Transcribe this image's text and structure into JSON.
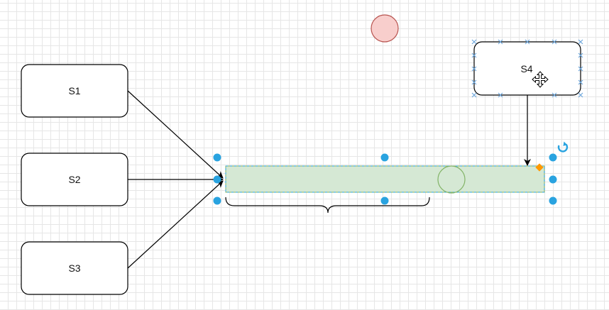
{
  "diagram": {
    "nodes": [
      {
        "id": "s1",
        "label": "S1"
      },
      {
        "id": "s2",
        "label": "S2"
      },
      {
        "id": "s3",
        "label": "S3"
      },
      {
        "id": "s4",
        "label": "S4"
      }
    ],
    "colors": {
      "stroke": "#000000",
      "bar_fill": "#d5e8d4",
      "bar_stroke": "#82b366",
      "circle_fill": "#f8cecc",
      "circle_stroke": "#b85450",
      "handle": "#29a3e0",
      "orange_handle": "#ff9900",
      "grid": "#e6e6e6"
    },
    "icons": [
      "move-cursor-icon",
      "rotate-icon"
    ]
  }
}
